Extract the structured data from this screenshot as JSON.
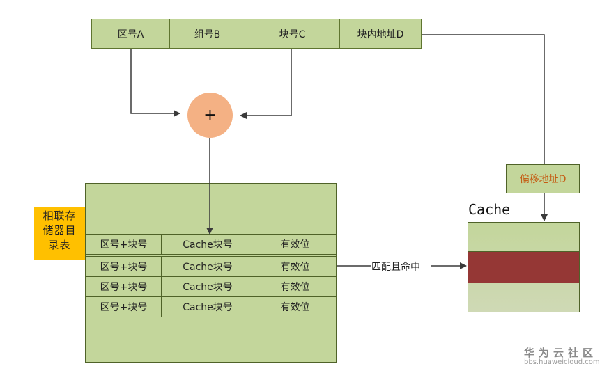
{
  "address_fields": [
    "区号A",
    "组号B",
    "块号C",
    "块内地址D"
  ],
  "adder": {
    "symbol": "+"
  },
  "directory": {
    "label": "相联存储器目录表",
    "rows": [
      [
        "区号+块号",
        "Cache块号",
        "有效位"
      ],
      [
        "区号+块号",
        "Cache块号",
        "有效位"
      ],
      [
        "区号+块号",
        "Cache块号",
        "有效位"
      ],
      [
        "区号+块号",
        "Cache块号",
        "有效位"
      ]
    ]
  },
  "offset_box": {
    "label": "偏移地址D"
  },
  "cache": {
    "title": "Cache"
  },
  "match_label": "匹配且命中",
  "watermark": {
    "brand": "华为云社区",
    "url": "bbs.huaweicloud.com"
  },
  "colors": {
    "cell_green": "#c3d69b",
    "adder": "#f4b184",
    "label_orange": "#ffc000",
    "cache_hit": "#953735",
    "offset_text": "#c55a11"
  }
}
